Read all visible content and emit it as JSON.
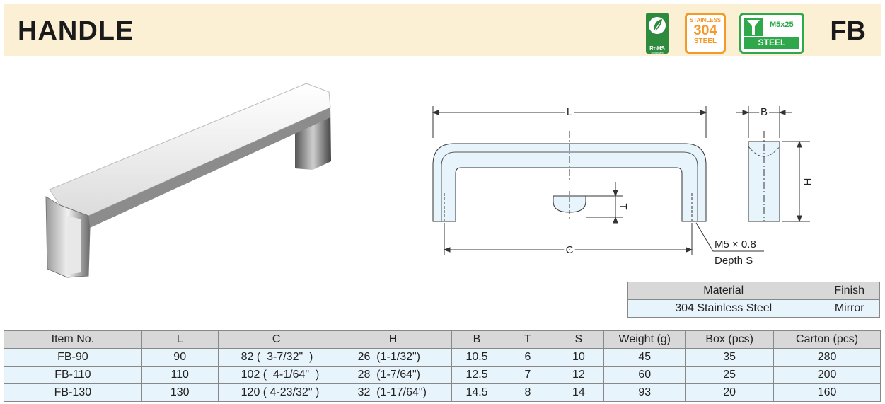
{
  "header": {
    "title": "HANDLE",
    "code": "FB",
    "badges": {
      "rohs": {
        "line1": "RoHS",
        "line2": "compliant",
        "icon": "leaf-icon"
      },
      "stainless": {
        "top": "STAINLESS",
        "num": "304",
        "bottom": "STEEL"
      },
      "screw": {
        "size": "M5x25",
        "label": "STEEL",
        "icon": "screw-icon"
      }
    }
  },
  "diagram": {
    "L": "L",
    "B": "B",
    "H": "H",
    "T": "T",
    "C": "C",
    "thread": "M5 × 0.8",
    "depth": "Depth S"
  },
  "material": {
    "headers": [
      "Material",
      "Finish"
    ],
    "row": [
      "304 Stainless Steel",
      "Mirror"
    ]
  },
  "spec": {
    "headers": [
      "Item No.",
      "L",
      "C",
      "H",
      "B",
      "T",
      "S",
      "Weight (g)",
      "Box (pcs)",
      "Carton (pcs)"
    ],
    "rows": [
      [
        "FB-90",
        "90",
        "82 (  3-7/32\"  )",
        "26  (1-1/32\")",
        "10.5",
        "6",
        "10",
        "45",
        "35",
        "280"
      ],
      [
        "FB-110",
        "110",
        "102 (  4-1/64\"  )",
        "28  (1-7/64\")",
        "12.5",
        "7",
        "12",
        "60",
        "25",
        "200"
      ],
      [
        "FB-130",
        "130",
        "120 ( 4-23/32\" )",
        "32  (1-17/64\")",
        "14.5",
        "8",
        "14",
        "93",
        "20",
        "160"
      ]
    ]
  }
}
